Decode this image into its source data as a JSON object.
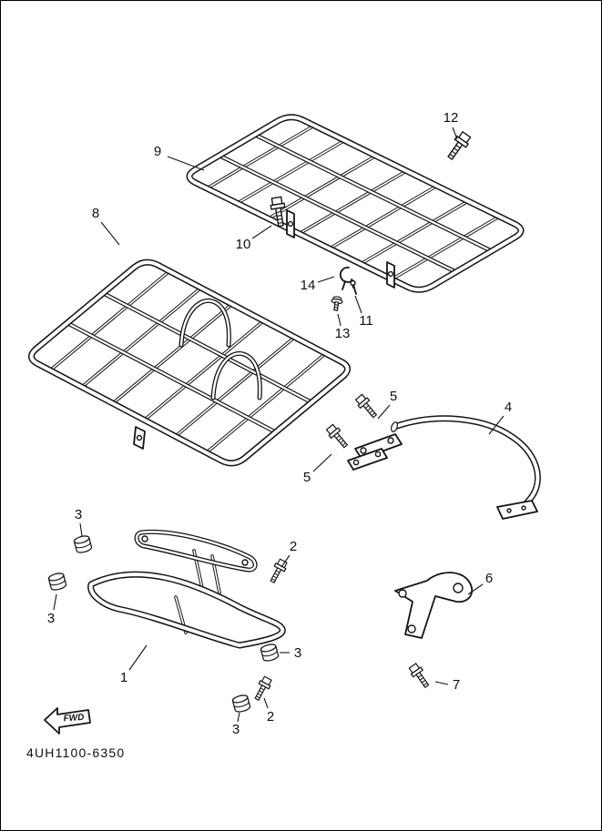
{
  "diagram": {
    "part_code": "4UH1100-6350",
    "fwd_label": "FWD",
    "callouts": {
      "1": "1",
      "2": "2",
      "3": "3",
      "4": "4",
      "5": "5",
      "6": "6",
      "7": "7",
      "8": "8",
      "9": "9",
      "10": "10",
      "11": "11",
      "12": "12",
      "13": "13",
      "14": "14"
    },
    "colors": {
      "line": "#141414",
      "background": "#ffffff"
    }
  }
}
